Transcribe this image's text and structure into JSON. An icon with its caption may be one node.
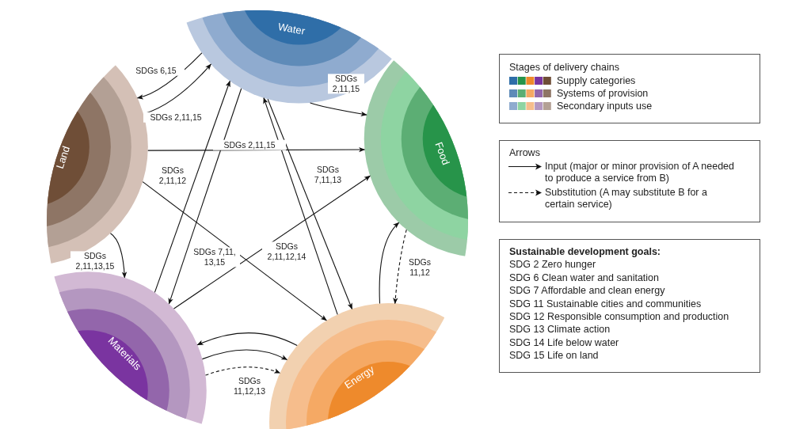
{
  "diagram": {
    "nodes": [
      {
        "text": [
          "Water"
        ]
      },
      {
        "text": [
          "Food"
        ]
      },
      {
        "text": [
          "Energy"
        ]
      },
      {
        "text": [
          "Materials"
        ]
      },
      {
        "text": [
          "Land"
        ]
      }
    ],
    "edges": [
      {
        "from": 0,
        "to": 4,
        "arrow": "to",
        "label": "SDGs 6,15"
      },
      {
        "from": 4,
        "to": 0,
        "arrow": "to",
        "label": "SDGs 2,11,15"
      },
      {
        "from": 0,
        "to": 1,
        "arrow": "to",
        "label": "SDGs 2,11,15"
      },
      {
        "from": 4,
        "to": 1,
        "arrow": "to",
        "label": "SDGs 2,11,15"
      },
      {
        "from": 4,
        "to": 2,
        "arrow": "to",
        "label": "SDGs 2,11,12"
      },
      {
        "from": 0,
        "to": 2,
        "arrow": "to",
        "label": "SDGs 7,11,13"
      },
      {
        "from": 2,
        "to": 0,
        "arrow": "to"
      },
      {
        "from": 3,
        "to": 0,
        "arrow": "to"
      },
      {
        "from": 0,
        "to": 3,
        "arrow": "to",
        "label": "SDGs 7,11, 13,15"
      },
      {
        "from": 3,
        "to": 1,
        "arrow": "to",
        "label": "SDGs 2,11,12,14"
      },
      {
        "from": 4,
        "to": 3,
        "arrow": "to",
        "label": "SDGs 2,11,13,15"
      },
      {
        "from": 2,
        "to": 1,
        "arrow": "to"
      },
      {
        "from": 1,
        "to": 2,
        "arrow": "to",
        "style": "dashed",
        "label": "SDGs 11,12"
      },
      {
        "from": 2,
        "to": 3,
        "arrow": "to"
      },
      {
        "from": 3,
        "to": 2,
        "arrow": "to"
      },
      {
        "from": 3,
        "to": 2,
        "arrow": "to",
        "style": "dashed",
        "label": "SDGs 11,12,13"
      }
    ],
    "labels": [
      "Stages of delivery chains",
      "Arrows",
      "Sustainable development goals:",
      "SDG 2 Zero hunger",
      "SDG 6 Clean water and sanitation",
      "SDG 7 Affordable and clean energy",
      "SDG 11 Sustainable cities and communities",
      "SDG 12 Responsible consumption and production",
      "SDG 13 Climate action",
      "SDG 14 Life below water",
      "SDG 15 Life on land"
    ],
    "legend": [
      {
        "text": "Supply categories"
      },
      {
        "text": "Systems of provision"
      },
      {
        "text": "Secondary inputs use"
      },
      {
        "text": "Input (major or minor provision of A needed to produce a service from B)"
      },
      {
        "text": "Substitution (A may substitute B for a certain service)"
      }
    ]
  }
}
